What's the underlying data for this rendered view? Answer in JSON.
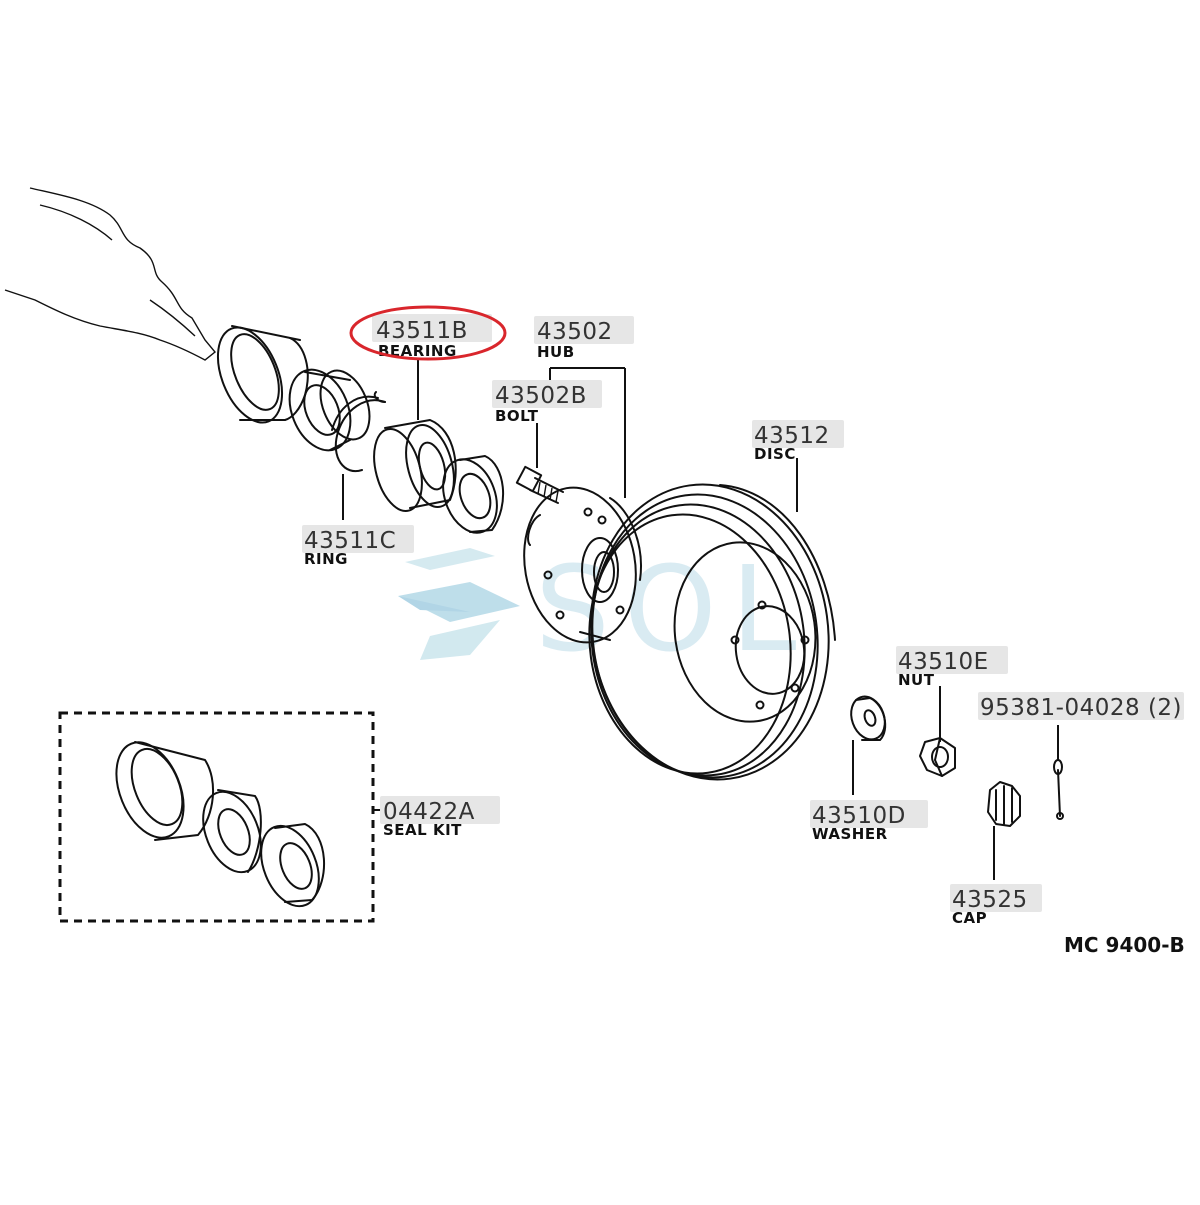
{
  "parts": [
    {
      "key": "bearing",
      "number": "43511B",
      "name": "BEARING",
      "highlighted": true
    },
    {
      "key": "hub",
      "number": "43502",
      "name": "HUB"
    },
    {
      "key": "bolt",
      "number": "43502B",
      "name": "BOLT"
    },
    {
      "key": "disc",
      "number": "43512",
      "name": "DISC"
    },
    {
      "key": "ring",
      "number": "43511C",
      "name": "RING"
    },
    {
      "key": "nut",
      "number": "43510E",
      "name": "NUT"
    },
    {
      "key": "cotter-pin",
      "number": "95381-04028 (2)",
      "name": ""
    },
    {
      "key": "seal-kit",
      "number": "04422A",
      "name": "SEAL KIT"
    },
    {
      "key": "washer",
      "number": "43510D",
      "name": "WASHER"
    },
    {
      "key": "cap",
      "number": "43525",
      "name": "CAP"
    }
  ],
  "diagram_code": "MC 9400-B",
  "watermark": "SOL",
  "colors": {
    "highlight": "#d9262c",
    "label_bg": "#e6e6e6",
    "watermark": "#b9dbe8",
    "line": "#111111"
  }
}
